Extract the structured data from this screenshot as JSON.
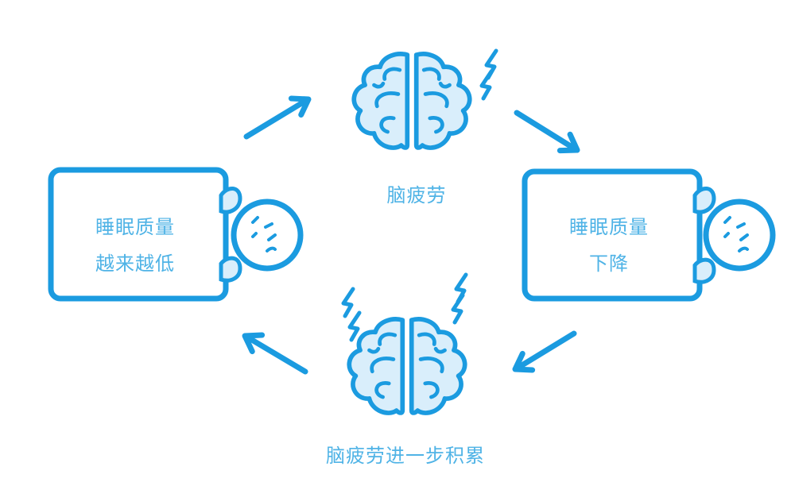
{
  "colors": {
    "stroke": "#1b9be0",
    "fill": "#d9eefb",
    "text": "#4fb3e6",
    "background": "#ffffff"
  },
  "nodes": {
    "top_brain": {
      "label": "脑疲劳",
      "icon": "brain-with-lightning-icon"
    },
    "bottom_brain": {
      "label": "脑疲劳进一步积累",
      "icon": "brain-with-double-lightning-icon"
    },
    "left_box": {
      "line1": "睡眠质量",
      "line2": "越来越低",
      "icon": "sleeping-face-peeking-icon"
    },
    "right_box": {
      "line1": "睡眠质量",
      "line2": "下降",
      "icon": "sleeping-face-peeking-icon"
    }
  },
  "arrows": [
    {
      "from": "left_box",
      "to": "top_brain"
    },
    {
      "from": "top_brain",
      "to": "right_box"
    },
    {
      "from": "right_box",
      "to": "bottom_brain"
    },
    {
      "from": "bottom_brain",
      "to": "left_box"
    }
  ]
}
